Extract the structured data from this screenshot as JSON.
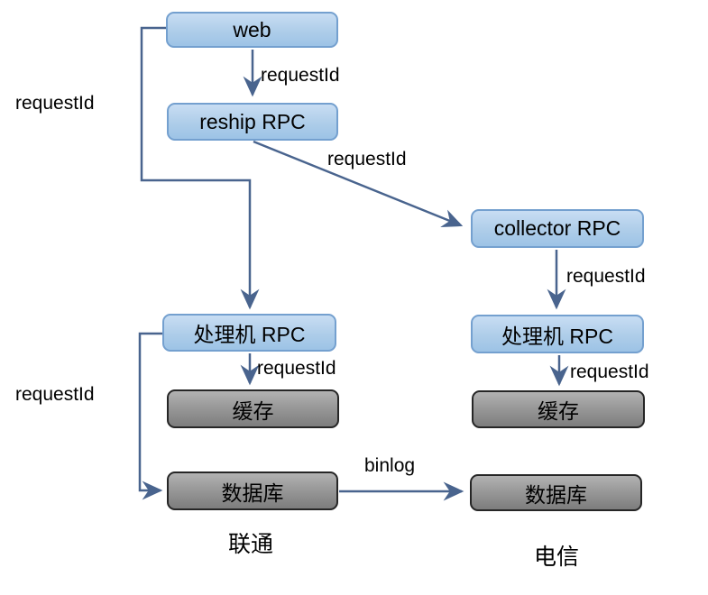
{
  "nodes": {
    "web": {
      "label": "web"
    },
    "reship": {
      "label": "reship RPC"
    },
    "collector": {
      "label": "collector RPC"
    },
    "processor_left": {
      "label": "处理机 RPC"
    },
    "processor_right": {
      "label": "处理机 RPC"
    },
    "cache_left": {
      "label": "缓存"
    },
    "cache_right": {
      "label": "缓存"
    },
    "db_left": {
      "label": "数据库"
    },
    "db_right": {
      "label": "数据库"
    }
  },
  "edges": {
    "web_to_reship": {
      "label": "requestId"
    },
    "web_to_processor_left": {
      "label": "requestId"
    },
    "reship_to_collector": {
      "label": "requestId"
    },
    "collector_to_processor_right": {
      "label": "requestId"
    },
    "processor_left_to_cache_left": {
      "label": "requestId"
    },
    "processor_right_to_cache_right": {
      "label": "requestId"
    },
    "processor_left_to_db_left": {
      "label": "requestId"
    },
    "db_left_to_db_right": {
      "label": "binlog"
    }
  },
  "regions": {
    "left": {
      "label": "联通"
    },
    "right": {
      "label": "电信"
    }
  },
  "colors": {
    "service_fill_top": "#c8ddf3",
    "service_fill_bottom": "#9dc3e6",
    "service_border": "#74a0cf",
    "storage_fill_top": "#b2b2b2",
    "storage_fill_bottom": "#7d7d7d",
    "storage_border": "#262626",
    "connector": "#49648e",
    "text": "#000000",
    "background": "#ffffff"
  }
}
